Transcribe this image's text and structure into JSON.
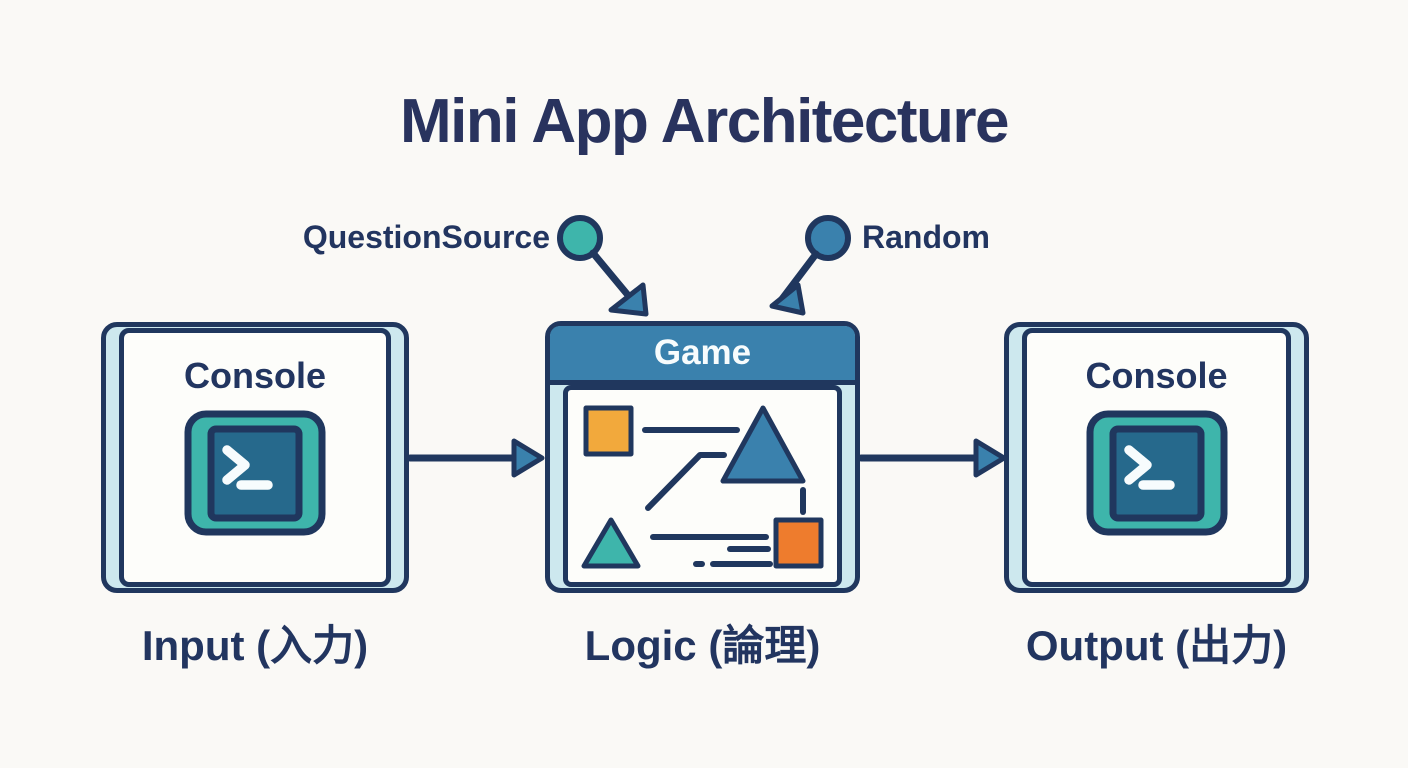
{
  "title": "Mini App Architecture",
  "colors": {
    "background": "#faf9f6",
    "navy": "#20375e",
    "ink": "#223560",
    "steel": "#3a81ad",
    "teal": "#3eb5ab",
    "pale": "#cde8ee",
    "amber": "#f2a93c",
    "orange": "#ee7c2d",
    "screen": "#26698c",
    "card": "#fdfdfa",
    "title": "#29335e",
    "white": "#f7fcfd"
  },
  "annotations": {
    "question_source": {
      "label": "QuestionSource",
      "dot_color": "#3eb5ab"
    },
    "random": {
      "label": "Random",
      "dot_color": "#3a81ad"
    }
  },
  "nodes": {
    "input": {
      "title": "Console",
      "caption": "Input (入力)",
      "icon": "terminal-icon"
    },
    "logic": {
      "header": "Game",
      "caption": "Logic (論理)",
      "icon": "abstract-shapes-illustration"
    },
    "output": {
      "title": "Console",
      "caption": "Output (出力)",
      "icon": "terminal-icon"
    }
  },
  "edges": [
    {
      "from": "QuestionSource",
      "to": "Game"
    },
    {
      "from": "Random",
      "to": "Game"
    },
    {
      "from": "Console (Input)",
      "to": "Game"
    },
    {
      "from": "Game",
      "to": "Console (Output)"
    }
  ]
}
